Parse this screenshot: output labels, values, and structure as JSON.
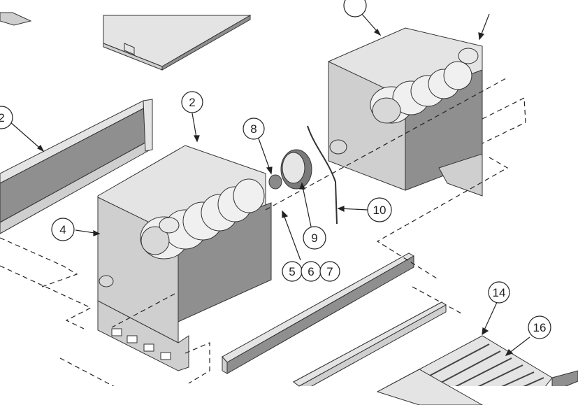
{
  "callouts": {
    "c2_left": "2",
    "c2_center": "2",
    "c4": "4",
    "c8": "8",
    "c9": "9",
    "c10": "10",
    "c5": "5",
    "c6": "6",
    "c7": "7",
    "c14": "14",
    "c16": "16"
  },
  "colors": {
    "line": "#333333",
    "part_light": "#e4e4e4",
    "part_mid": "#cfcfcf",
    "part_dark": "#8f8f8f"
  }
}
